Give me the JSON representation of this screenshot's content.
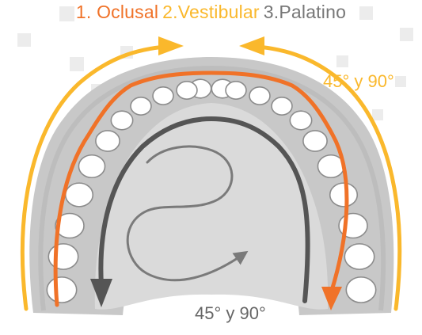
{
  "title": {
    "step1": "1. Oclusal",
    "step2": "2.Vestibular",
    "step3": "3.Palatino"
  },
  "labels": {
    "angle_outer": "45° y 90°",
    "angle_inner": "45° y 90°"
  },
  "colors": {
    "oclusal": "#f07228",
    "vestibular": "#fab82c",
    "palatino": "#777777",
    "gum": "#c8c8c8",
    "palate": "#dadada",
    "tooth": "#ffffff",
    "tooth_outline": "#8c8c8c"
  },
  "icons": [
    "occlusal-arrow",
    "vestibular-arrow",
    "palatal-arrow",
    "palate-swirl-arrow"
  ]
}
